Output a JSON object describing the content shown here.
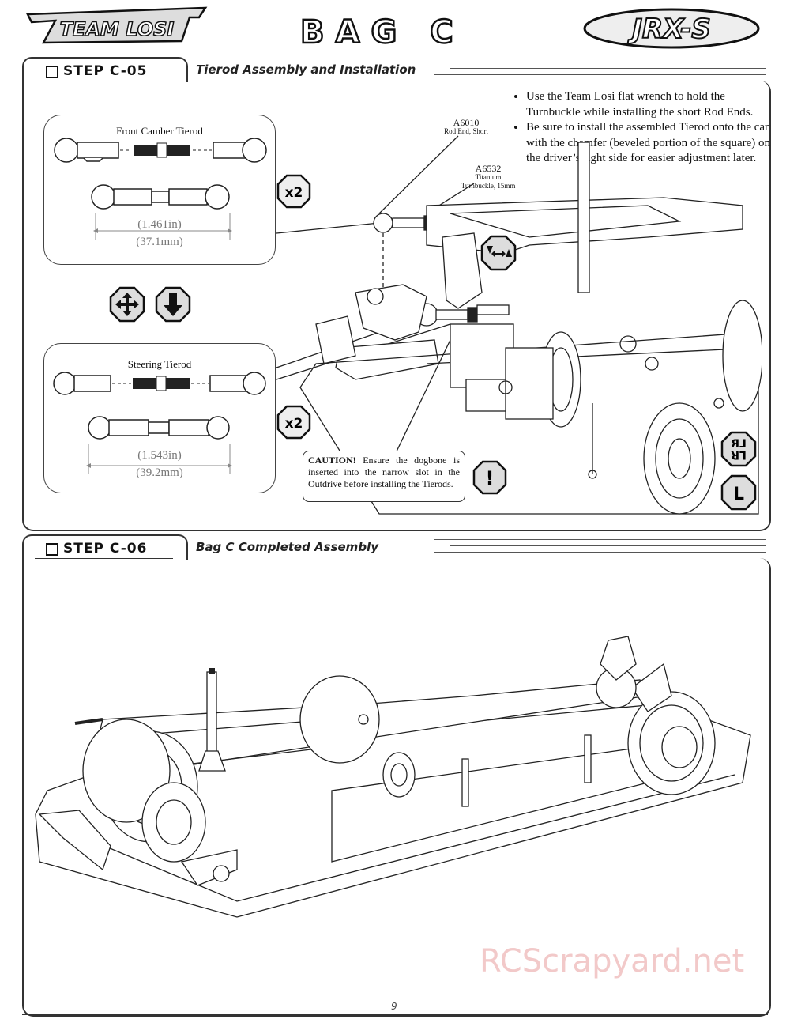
{
  "header": {
    "brand_left": "TEAM LOSI",
    "bag_title": "BAG C",
    "brand_right": "JRX-S"
  },
  "step_c05": {
    "step_label": "STEP C-05",
    "subtitle": "Tierod Assembly and Installation",
    "instructions": [
      "Use the Team Losi flat wrench to hold the Turnbuckle while installing the short Rod Ends.",
      "Be sure to install the assembled Tierod onto the car with the chamfer (beveled portion of the square) on the driver’s right side for easier adjustment later."
    ],
    "part_a6010": {
      "code": "A6010",
      "name": "Rod End, Short"
    },
    "part_a6532": {
      "code": "A6532",
      "name1": "Titanium",
      "name2": "Turnbuckle, 15mm"
    },
    "front_camber": {
      "caption": "Front Camber Tierod",
      "len_in": "(1.461in)",
      "len_mm": "(37.1mm)",
      "qty": "x2"
    },
    "steering": {
      "caption": "Steering Tierod",
      "len_in": "(1.543in)",
      "len_mm": "(39.2mm)",
      "qty": "x2"
    },
    "caution": {
      "label": "CAUTION!",
      "text": "Ensure the dogbone is inserted into the narrow slot in the Outdrive before installing the Tierods."
    },
    "side_icons": {
      "mirror": "LR",
      "left": "L",
      "alert": "!"
    },
    "icons": [
      "arrows-four-way-icon",
      "arrow-down-icon",
      "adjust-arrows-icon",
      "mirror-lr-icon",
      "left-side-icon",
      "exclamation-icon"
    ]
  },
  "step_c06": {
    "step_label": "STEP C-06",
    "subtitle": "Bag C Completed Assembly"
  },
  "watermark": "RCScrapyard.net",
  "page_number": "9"
}
